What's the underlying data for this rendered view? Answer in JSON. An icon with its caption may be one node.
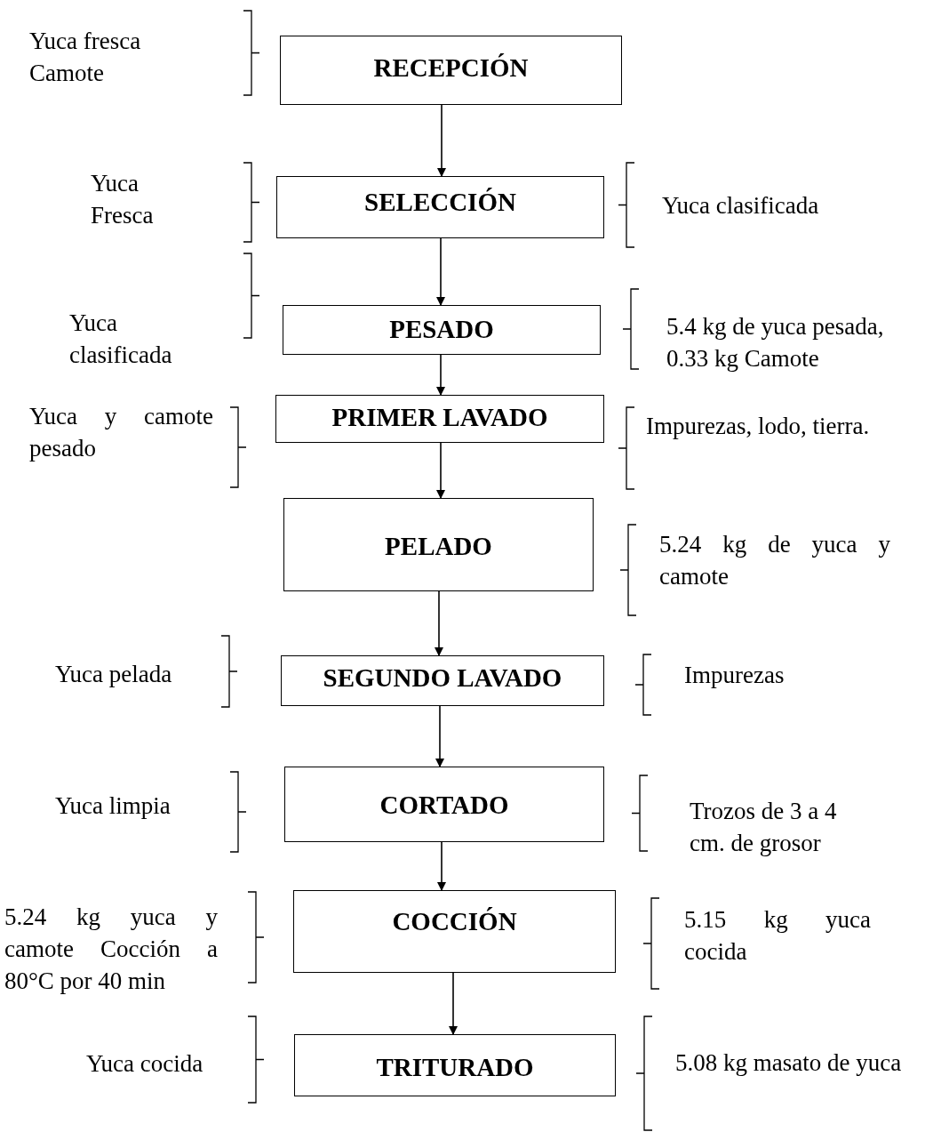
{
  "diagram": {
    "nodes": [
      {
        "text": [
          "RECEPCIÓN"
        ]
      },
      {
        "text": [
          "SELECCIÓN"
        ]
      },
      {
        "text": [
          "PESADO"
        ]
      },
      {
        "text": [
          "PRIMER LAVADO"
        ]
      },
      {
        "text": [
          "PELADO"
        ]
      },
      {
        "text": [
          "SEGUNDO LAVADO"
        ]
      },
      {
        "text": [
          "CORTADO"
        ]
      },
      {
        "text": [
          "COCCIÓN"
        ]
      },
      {
        "text": [
          "TRITURADO"
        ]
      }
    ],
    "edges": [
      {
        "from": 0,
        "to": 1,
        "arrow": "to"
      },
      {
        "from": 1,
        "to": 2,
        "arrow": "to"
      },
      {
        "from": 2,
        "to": 3,
        "arrow": "to"
      },
      {
        "from": 3,
        "to": 4,
        "arrow": "to"
      },
      {
        "from": 4,
        "to": 5,
        "arrow": "to"
      },
      {
        "from": 5,
        "to": 6,
        "arrow": "to"
      },
      {
        "from": 6,
        "to": 7,
        "arrow": "to"
      },
      {
        "from": 7,
        "to": 8,
        "arrow": "to"
      }
    ],
    "labels": [
      "Yuca fresca Camote",
      "Yuca Fresca",
      "Yuca clasificada",
      "Yuca clasificada",
      "5.4 kg de yuca pesada, 0.33 kg Camote",
      "Yuca y camote pesado",
      "Impurezas, lodo, tierra.",
      "5.24 kg de yuca y camote",
      "Yuca pelada",
      "Impurezas",
      "Yuca limpia",
      "Trozos de 3 a 4 cm. de grosor",
      "5.24 kg yuca y camote Cocción a 80°C por 40 min",
      "5.15 kg yuca cocida",
      "Yuca cocida",
      "5.08 kg masato de yuca"
    ]
  }
}
